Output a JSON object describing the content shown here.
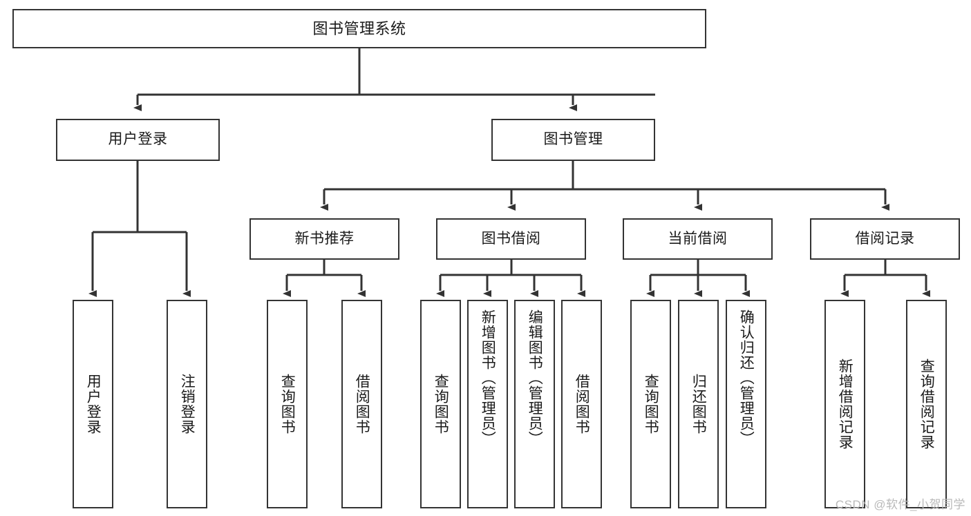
{
  "diagram": {
    "title": "图书管理系统",
    "type": "tree-hierarchy-diagram",
    "watermark": "CSDN @软件_小贺同学",
    "colors": {
      "node_border": "#333333",
      "node_fill": "#ffffff",
      "edge": "#333333",
      "text": "#1a1a1a",
      "watermark": "#b9b9b9",
      "background": "#ffffff"
    },
    "root": {
      "label": "图书管理系统"
    },
    "level2": [
      {
        "label": "用户登录"
      },
      {
        "label": "图书管理"
      }
    ],
    "level3": [
      {
        "label": "新书推荐"
      },
      {
        "label": "图书借阅"
      },
      {
        "label": "当前借阅"
      },
      {
        "label": "借阅记录"
      }
    ],
    "leaves": {
      "user_login": [
        {
          "label": "用户登录"
        },
        {
          "label": "注销登录"
        }
      ],
      "new_book_recommend": [
        {
          "label": "查询图书"
        },
        {
          "label": "借阅图书"
        }
      ],
      "book_borrow": [
        {
          "label": "查询图书"
        },
        {
          "label": "新增图书（管理员）"
        },
        {
          "label": "编辑图书（管理员）"
        },
        {
          "label": "借阅图书"
        }
      ],
      "current_borrow": [
        {
          "label": "查询图书"
        },
        {
          "label": "归还图书"
        },
        {
          "label": "确认归还（管理员）"
        }
      ],
      "borrow_record": [
        {
          "label": "新增借阅记录"
        },
        {
          "label": "查询借阅记录"
        }
      ]
    }
  }
}
